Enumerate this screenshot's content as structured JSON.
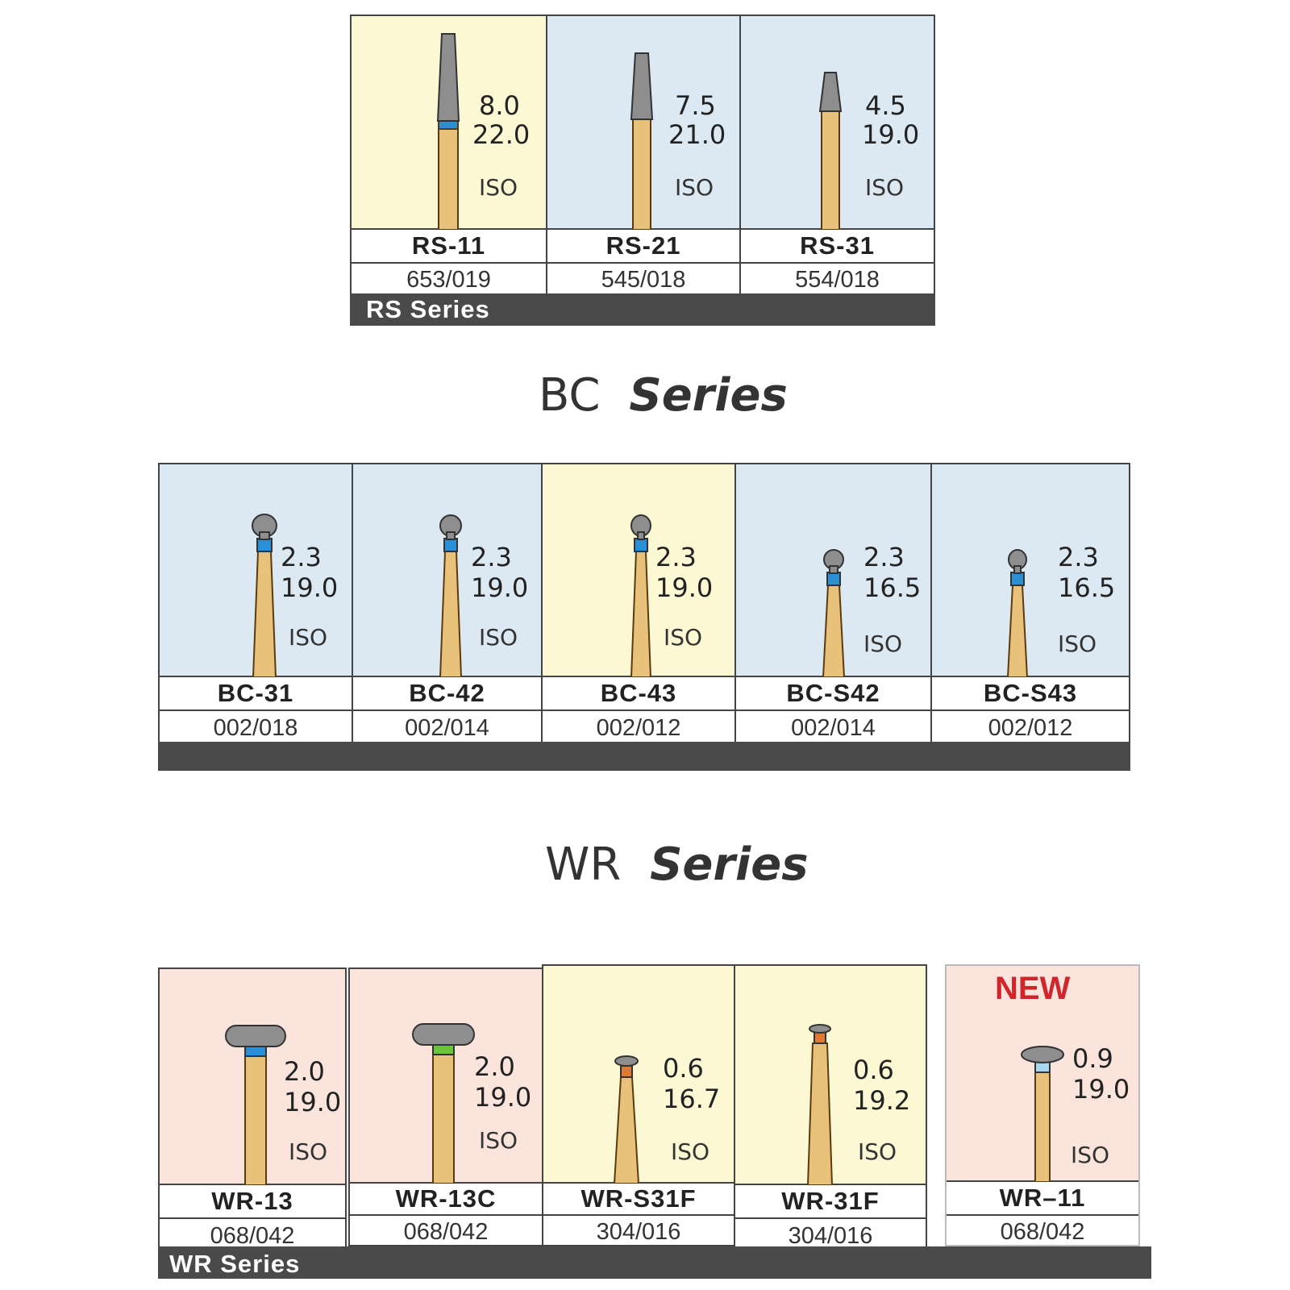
{
  "rs": {
    "series_label": "RS Series",
    "items": [
      {
        "name": "RS-11",
        "iso": "653/019",
        "diameter": "8.0",
        "length": "22.0",
        "iso_tag": "ISO",
        "bg": "#fdf8d4",
        "band": "#2a8fd6"
      },
      {
        "name": "RS-21",
        "iso": "545/018",
        "diameter": "7.5",
        "length": "21.0",
        "iso_tag": "ISO",
        "bg": "#dde9f2",
        "band": ""
      },
      {
        "name": "RS-31",
        "iso": "554/018",
        "diameter": "4.5",
        "length": "19.0",
        "iso_tag": "ISO",
        "bg": "#dde9f2",
        "band": ""
      }
    ]
  },
  "bc": {
    "heading_prefix": "BC",
    "heading_suffix": "Series",
    "items": [
      {
        "name": "BC-31",
        "iso": "002/018",
        "diameter": "2.3",
        "length": "19.0",
        "iso_tag": "ISO",
        "bg": "#dde9f2",
        "band": "#2a8fd6"
      },
      {
        "name": "BC-42",
        "iso": "002/014",
        "diameter": "2.3",
        "length": "19.0",
        "iso_tag": "ISO",
        "bg": "#dde9f2",
        "band": "#2a8fd6"
      },
      {
        "name": "BC-43",
        "iso": "002/012",
        "diameter": "2.3",
        "length": "19.0",
        "iso_tag": "ISO",
        "bg": "#fdf8d4",
        "band": "#2a8fd6"
      },
      {
        "name": "BC-S42",
        "iso": "002/014",
        "diameter": "2.3",
        "length": "16.5",
        "iso_tag": "ISO",
        "bg": "#dde9f2",
        "band": "#2a8fd6"
      },
      {
        "name": "BC-S43",
        "iso": "002/012",
        "diameter": "2.3",
        "length": "16.5",
        "iso_tag": "ISO",
        "bg": "#dde9f2",
        "band": "#2a8fd6"
      }
    ]
  },
  "wr": {
    "heading_prefix": "WR",
    "heading_suffix": "Series",
    "series_label": "WR Series",
    "new_tag": "NEW",
    "items": [
      {
        "name": "WR-13",
        "iso": "068/042",
        "diameter": "2.0",
        "length": "19.0",
        "iso_tag": "ISO",
        "bg": "#fbe4dc",
        "band": "#2a8fd6"
      },
      {
        "name": "WR-13C",
        "iso": "068/042",
        "diameter": "2.0",
        "length": "19.0",
        "iso_tag": "ISO",
        "bg": "#fbe4dc",
        "band": "#6cc43c"
      },
      {
        "name": "WR-S31F",
        "iso": "304/016",
        "diameter": "0.6",
        "length": "16.7",
        "iso_tag": "ISO",
        "bg": "#fdf8d4",
        "band": "#e07a30"
      },
      {
        "name": "WR-31F",
        "iso": "304/016",
        "diameter": "0.6",
        "length": "19.2",
        "iso_tag": "ISO",
        "bg": "#fdf8d4",
        "band": "#e07a30"
      },
      {
        "name": "WR–11",
        "iso": "068/042",
        "diameter": "0.9",
        "length": "19.0",
        "iso_tag": "ISO",
        "bg": "#fbe4dc",
        "band": "#a9d8f0"
      }
    ]
  },
  "colors": {
    "shank": "#e8c27a",
    "shank_outline": "#5a3b10",
    "head": "#8e8e8e",
    "bar": "#4a4a4a",
    "new": "#d0262b"
  }
}
